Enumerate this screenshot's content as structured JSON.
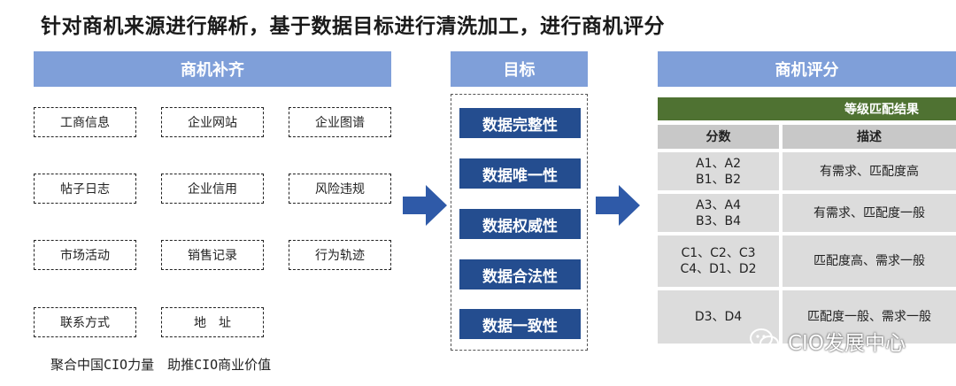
{
  "title": "针对商机来源进行解析，基于数据目标进行清洗加工，进行商机评分",
  "left": {
    "header": "商机补齐",
    "items": [
      "工商信息",
      "企业网站",
      "企业图谱",
      "帖子日志",
      "企业信用",
      "风险违规",
      "市场活动",
      "销售记录",
      "行为轨迹",
      "联系方式",
      "地　址"
    ]
  },
  "middle": {
    "header": "目标",
    "items": [
      "数据完整性",
      "数据唯一性",
      "数据权威性",
      "数据合法性",
      "数据一致性"
    ]
  },
  "right": {
    "header": "商机评分",
    "result_label": "等级匹配结果",
    "columns": [
      "分数",
      "描述"
    ],
    "rows": [
      {
        "score_line1": "A1、A2",
        "score_line2": "B1、B2",
        "desc": "有需求、匹配度高"
      },
      {
        "score_line1": "A3、A4",
        "score_line2": "B3、B4",
        "desc": "有需求、匹配度一般"
      },
      {
        "score_line1": "C1、C2、C3",
        "score_line2": "C4、D1、D2",
        "desc": "匹配度高、需求一般"
      },
      {
        "score_line1": "D3、D4",
        "score_line2": "",
        "desc": "匹配度一般、需求一般"
      }
    ]
  },
  "footer": "聚合中国CIO力量　助推CIO商业价值",
  "watermark": "CIO发展中心",
  "colors": {
    "header_blue": "#7f9fd9",
    "goal_blue": "#244d8f",
    "result_green": "#4f7232",
    "arrow_blue": "#2f5aa8"
  }
}
